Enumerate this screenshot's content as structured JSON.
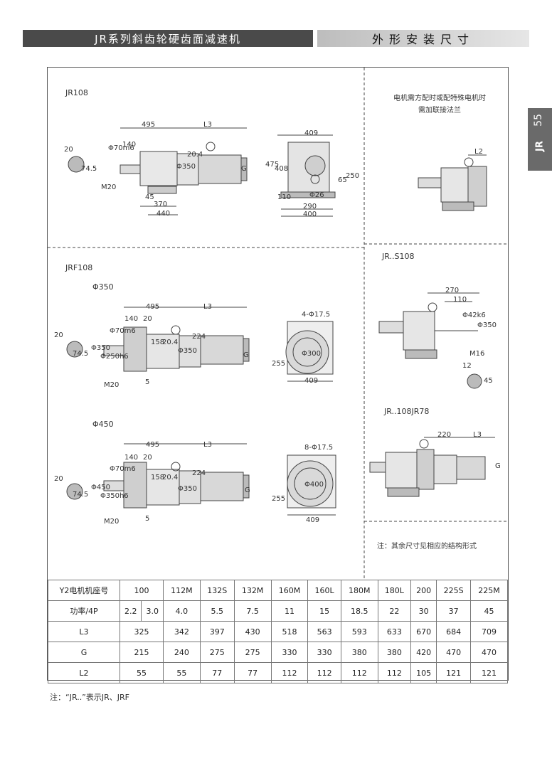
{
  "header": {
    "title_left": "JR系列斜齿轮硬齿面减速机",
    "title_right": "外形安装尺寸"
  },
  "side_tab": {
    "page_number": "55",
    "series_code": "JR"
  },
  "section_jr108": {
    "title": "JR108",
    "dims": [
      "495",
      "L3",
      "140",
      "20",
      "74.5",
      "Φ70m6",
      "M20",
      "45",
      "370",
      "440",
      "Φ350",
      "20.4",
      "G",
      "409",
      "475",
      "408",
      "65",
      "250",
      "110",
      "Φ26",
      "290",
      "400"
    ]
  },
  "note_flange": {
    "line1": "电机需方配时或配特殊电机时",
    "line2": "需加联接法兰",
    "dim": "L2"
  },
  "section_jrs108": {
    "title": "JR..S108",
    "dims": [
      "270",
      "110",
      "Φ42k6",
      "Φ350",
      "M16",
      "12",
      "45"
    ]
  },
  "section_jrf108": {
    "title": "JRF108",
    "sub_350": "Φ350",
    "sub_450": "Φ450",
    "dims_350": [
      "495",
      "L3",
      "140",
      "20",
      "20",
      "74.5",
      "Φ350",
      "Φ250h6",
      "Φ70m6",
      "M20",
      "5",
      "158",
      "20.4",
      "Φ350",
      "224",
      "G",
      "4-Φ17.5",
      "Φ300",
      "255",
      "409"
    ],
    "dims_450": [
      "495",
      "L3",
      "140",
      "20",
      "20",
      "74.5",
      "Φ450",
      "Φ350h6",
      "Φ70m6",
      "M20",
      "5",
      "158",
      "20.4",
      "Φ350",
      "224",
      "G",
      "8-Φ17.5",
      "Φ400",
      "255",
      "409"
    ]
  },
  "section_jr108jr78": {
    "title": "JR..108JR78",
    "dims": [
      "220",
      "L3",
      "G"
    ]
  },
  "note_other": "注：其余尺寸见相应的结构形式",
  "table": {
    "row_headers": [
      "Y2电机机座号",
      "功率/4P",
      "L3",
      "G",
      "L2"
    ],
    "frames": [
      "100",
      "112M",
      "132S",
      "132M",
      "160M",
      "160L",
      "180M",
      "180L",
      "200",
      "225S",
      "225M"
    ],
    "power": [
      "2.2",
      "3.0",
      "4.0",
      "5.5",
      "7.5",
      "11",
      "15",
      "18.5",
      "22",
      "30",
      "37",
      "45"
    ],
    "L3": [
      "325",
      "342",
      "397",
      "430",
      "518",
      "563",
      "593",
      "633",
      "670",
      "684",
      "709"
    ],
    "G": [
      "215",
      "240",
      "275",
      "275",
      "330",
      "330",
      "380",
      "380",
      "420",
      "470",
      "470"
    ],
    "L2": [
      "55",
      "55",
      "77",
      "77",
      "112",
      "112",
      "112",
      "112",
      "105",
      "121",
      "121"
    ]
  },
  "footnote": "注：“JR..”表示JR、JRF"
}
